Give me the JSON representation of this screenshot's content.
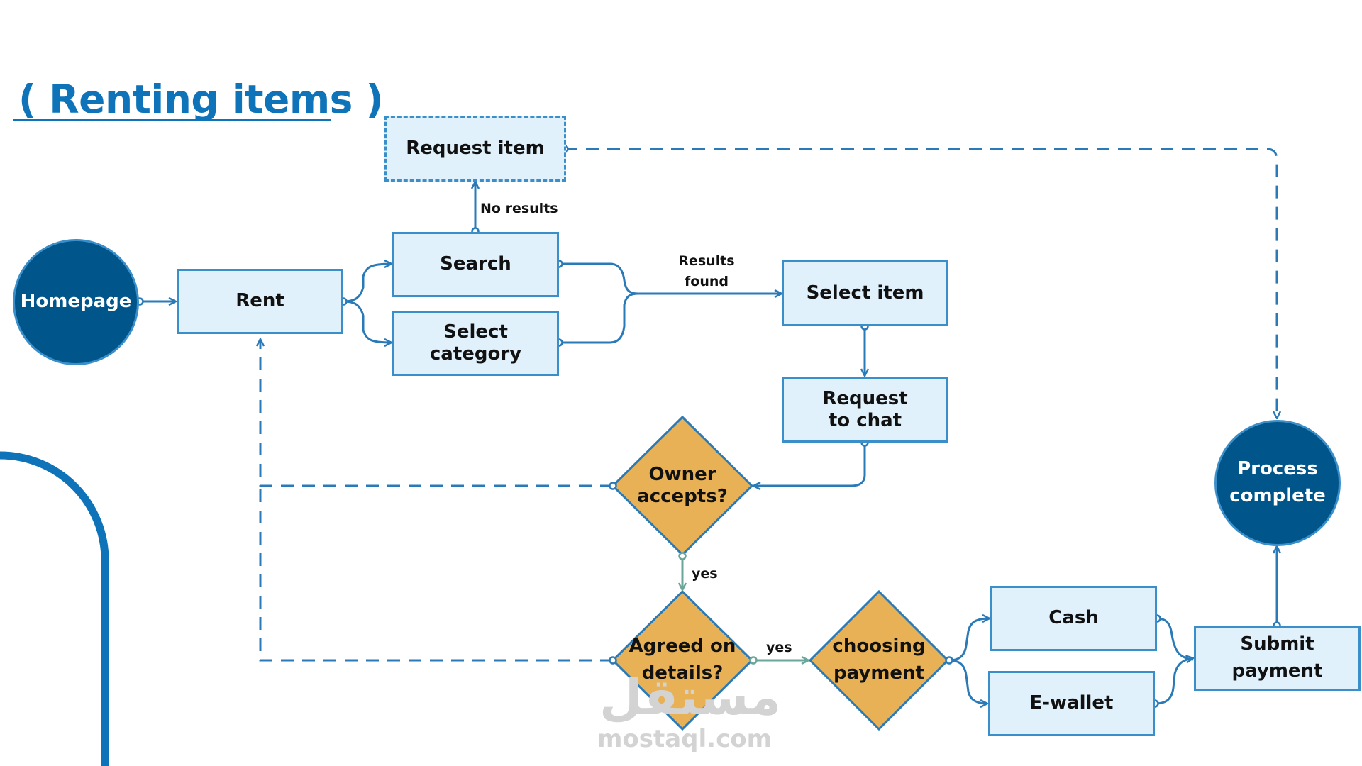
{
  "title": "( Renting items  )",
  "colors": {
    "box_fill": "#e1f1fb",
    "box_border": "#3a8fca",
    "circle_fill": "#00558a",
    "diamond_fill": "#e8b155",
    "diamond_border": "#2a7ab8",
    "connector": "#2a7ab8",
    "yes_connector": "#6aa79a",
    "title": "#0e73b8"
  },
  "nodes": {
    "homepage": "Homepage",
    "rent": "Rent",
    "search": "Search",
    "select_category": "Select category",
    "request_item": "Request item",
    "select_item": "Select item",
    "request_to_chat": "Request to chat",
    "owner_accepts": "Owner accepts?",
    "agreed_on_details": "Agreed on details?",
    "choosing_payment": "choosing payment",
    "cash": "Cash",
    "e_wallet": "E-wallet",
    "submit_payment": "Submit payment",
    "process_complete": "Process complete"
  },
  "edge_labels": {
    "no_results": "No results",
    "results_found": "Results found",
    "yes_owner": "yes",
    "yes_agreed": "yes"
  },
  "watermark": {
    "arabic": "مستقل",
    "url": "mostaql.com"
  }
}
